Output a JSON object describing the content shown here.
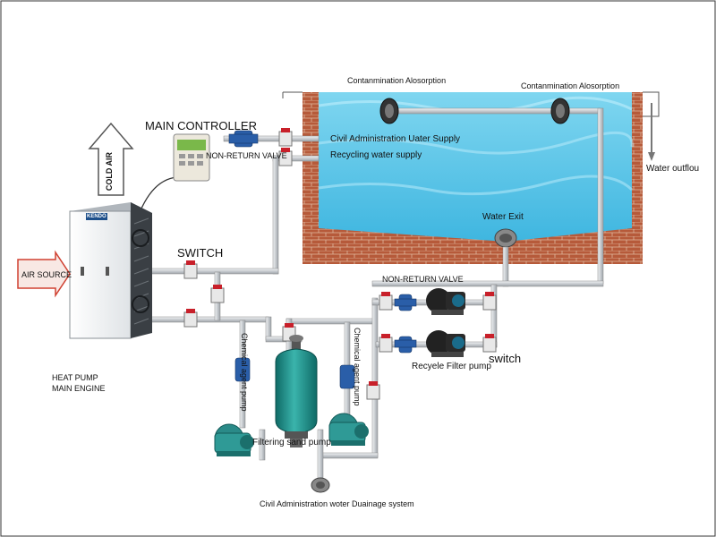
{
  "labels": {
    "contam_left": "Contanmination Alosorption",
    "contam_right": "Contanmination Alosorption",
    "main_controller": "MAIN CONTROLLER",
    "civil_supply": "Civil Administration Uater Supply",
    "recycling_supply": "Recycling water supply",
    "non_return_valve_top": "NON-RETURN VALVE",
    "cold_air": "COLD AIR",
    "water_outflow": "Water outflou",
    "water_exit": "Water Exit",
    "switch_top": "SWITCH",
    "air_source": "AIR SOURCE",
    "non_return_valve_right": "NON-RETURN VALVE",
    "switch_right": "switch",
    "recycle_filter_pump": "Recyele Filter pump",
    "chemical_pump_left": "Chemical agent pump",
    "chemical_pump_right": "Chemical agent pump",
    "heat_pump_line1": "HEAT PUMP",
    "heat_pump_line2": "MAIN ENGINE",
    "filtering_sand_pump": "Filtering sand pump",
    "drainage": "Civil Administration woter Duainage system",
    "unit_brand": "KENDO"
  },
  "colors": {
    "brick": "#b85a3c",
    "water": "#5ec8e8",
    "pipe": "#d4d8dc",
    "valve_blue": "#2a5ea8",
    "switch_red": "#c8202a",
    "pump_teal": "#2a8a88",
    "tank": "#1e8f8a",
    "arrow_red": "#d04030"
  }
}
